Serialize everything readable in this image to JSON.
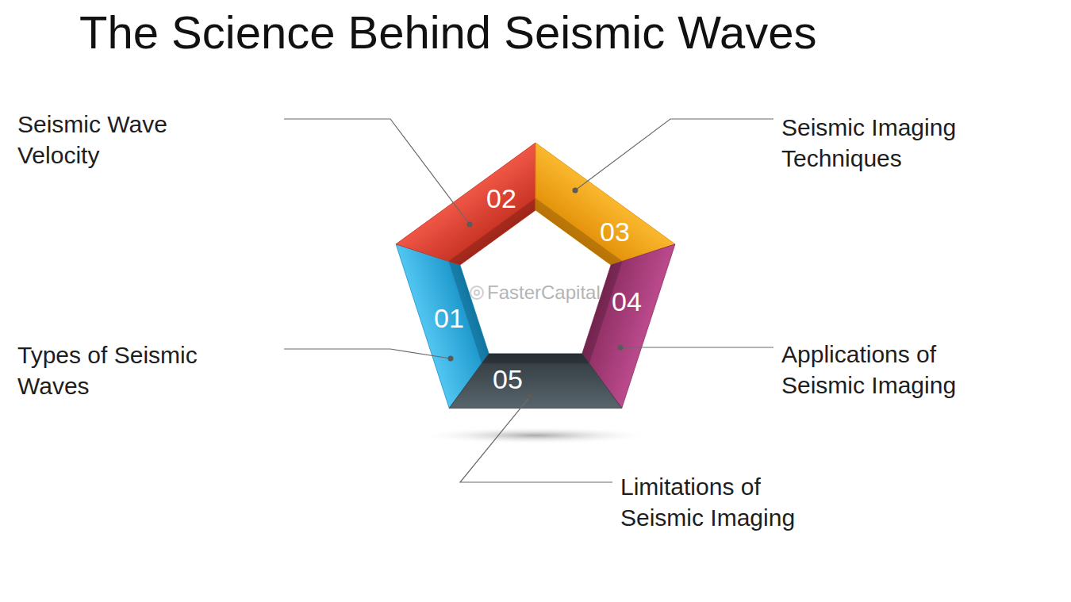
{
  "diagram": {
    "title": "The Science Behind Seismic Waves",
    "nodes": [
      {
        "text": [
          "01",
          "Types of Seismic Waves"
        ]
      },
      {
        "text": [
          "02",
          "Seismic Wave Velocity"
        ]
      },
      {
        "text": [
          "03",
          "Seismic Imaging Techniques"
        ]
      },
      {
        "text": [
          "04",
          "Applications of Seismic Imaging"
        ]
      },
      {
        "text": [
          "05",
          "Limitations of Seismic Imaging"
        ]
      }
    ],
    "labels": [
      "FasterCapital"
    ]
  }
}
